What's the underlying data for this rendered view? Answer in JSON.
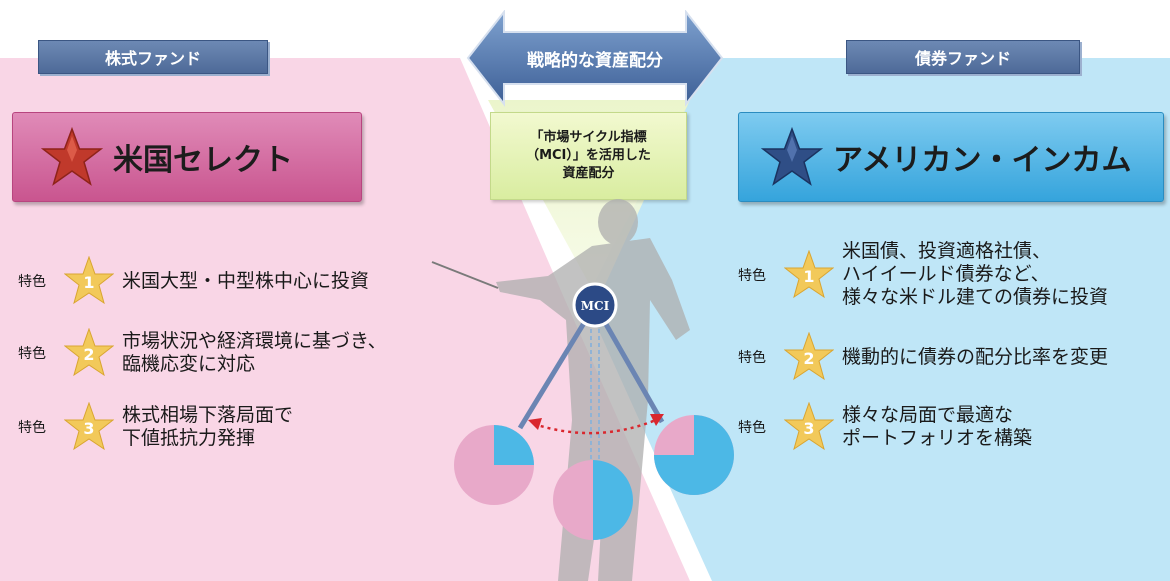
{
  "header": {
    "stock_fund": "株式ファンド",
    "bond_fund": "債券ファンド",
    "strategy": "戦略的な資産配分"
  },
  "funds": {
    "stock_name": "米国セレクト",
    "bond_name": "アメリカン・インカム"
  },
  "mci_box": {
    "lines": [
      "「市場サイクル指標",
      "（MCI）」を活用した",
      "資産配分"
    ]
  },
  "mci_label": "MCI",
  "feature_tag": "特色",
  "stock_features": [
    {
      "num": "1",
      "lines": [
        "米国大型・中型株中心に投資"
      ]
    },
    {
      "num": "2",
      "lines": [
        "市場状況や経済環境に基づき、",
        "臨機応変に対応"
      ]
    },
    {
      "num": "3",
      "lines": [
        "株式相場下落局面で",
        "下値抵抗力発揮"
      ]
    }
  ],
  "bond_features": [
    {
      "num": "1",
      "lines": [
        "米国債、投資適格社債、",
        "ハイイールド債券など、",
        "様々な米ドル建ての債券に投資"
      ]
    },
    {
      "num": "2",
      "lines": [
        "機動的に債券の配分比率を変更"
      ]
    },
    {
      "num": "3",
      "lines": [
        "様々な局面で最適な",
        "ポートフォリオを構築"
      ]
    }
  ],
  "pies": [
    {
      "bond_fraction": 0.25
    },
    {
      "bond_fraction": 0.5
    },
    {
      "bond_fraction": 0.75
    }
  ],
  "colors": {
    "stock_pink": "#e8a9c9",
    "bond_blue": "#4cb8e6",
    "arrow_red": "#d9272e"
  }
}
